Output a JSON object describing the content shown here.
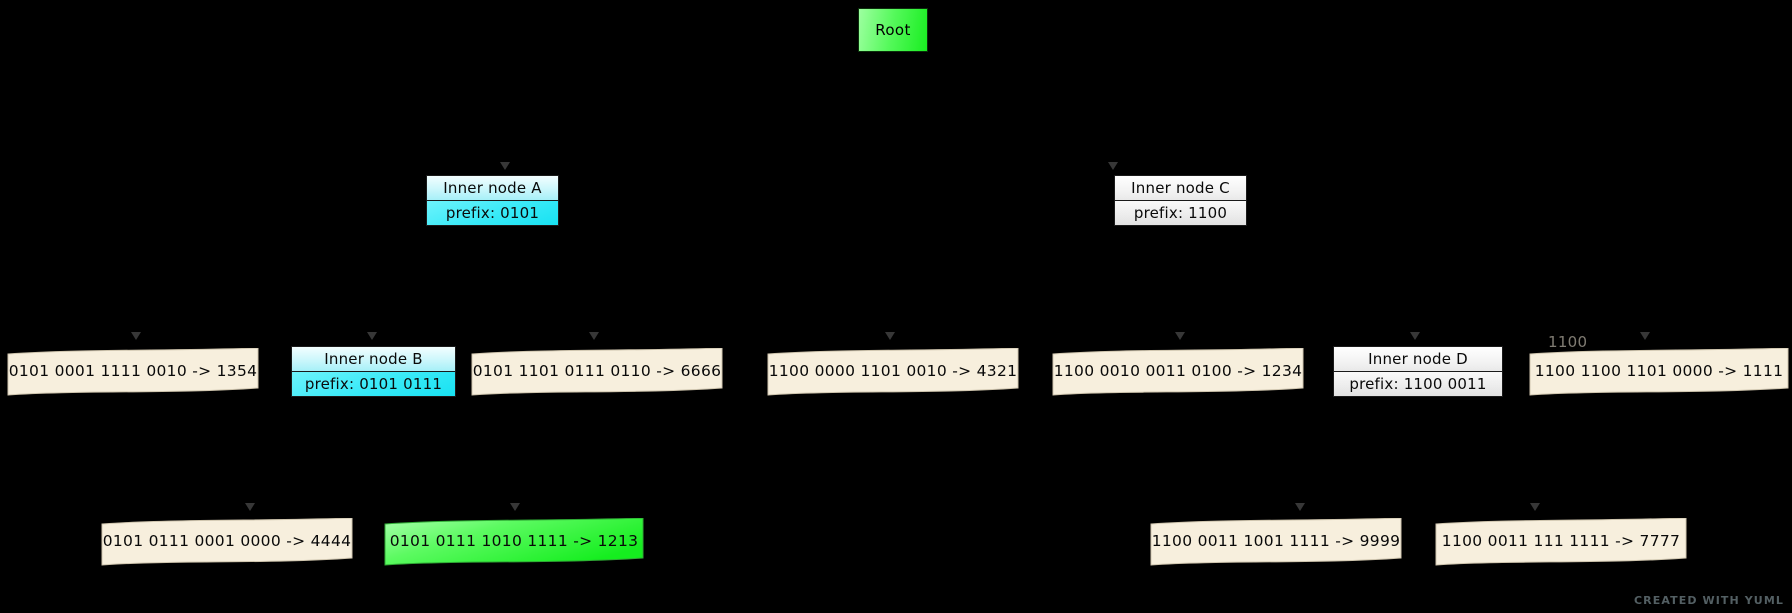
{
  "diagram": {
    "title": "Radix/Patricia trie diagram",
    "background_color": "#000000",
    "watermark": "CREATED WITH YUML"
  },
  "root": {
    "label": "Root",
    "color": "#3df040"
  },
  "inner_nodes": [
    {
      "id": "inner-node-a",
      "title": "Inner node A",
      "attribute": "prefix: 0101",
      "style": "cyan",
      "color": "#38e9f7"
    },
    {
      "id": "inner-node-c",
      "title": "Inner node C",
      "attribute": "prefix: 1100",
      "style": "plain",
      "color": "#ededed"
    },
    {
      "id": "inner-node-b",
      "title": "Inner node B",
      "attribute": "prefix: 0101 0111",
      "style": "cyan",
      "color": "#38e9f7"
    },
    {
      "id": "inner-node-d",
      "title": "Inner node D",
      "attribute": "prefix: 1100 0011",
      "style": "plain",
      "color": "#ededed"
    }
  ],
  "leaves_row_middle": [
    {
      "id": "leaf-1354",
      "label": "0101 0001 1111 0010 -> 1354",
      "color": "#f7efdd"
    },
    {
      "id": "leaf-6666",
      "label": "0101 1101 0111 0110 -> 6666",
      "color": "#f7efdd"
    },
    {
      "id": "leaf-4321",
      "label": "1100 0000 1101 0010 -> 4321",
      "color": "#f7efdd"
    },
    {
      "id": "leaf-1234",
      "label": "1100 0010 0011 0100 -> 1234",
      "color": "#f7efdd"
    },
    {
      "id": "leaf-1111",
      "label": "1100 1100 1101 0000 -> 1111",
      "color": "#f7efdd"
    }
  ],
  "leaves_row_bottom": [
    {
      "id": "leaf-4444",
      "label": "0101 0111 0001 0000 -> 4444",
      "color": "#f7efdd"
    },
    {
      "id": "leaf-1213",
      "label": "0101 0111 1010 1111 -> 1213",
      "color": "#3df040"
    },
    {
      "id": "leaf-9999",
      "label": "1100 0011 1001 1111 -> 9999",
      "color": "#f7efdd"
    },
    {
      "id": "leaf-7777",
      "label": "1100 0011 111 1111 -> 7777",
      "color": "#f7efdd"
    }
  ],
  "occluded_fragment": {
    "text": "1100"
  }
}
